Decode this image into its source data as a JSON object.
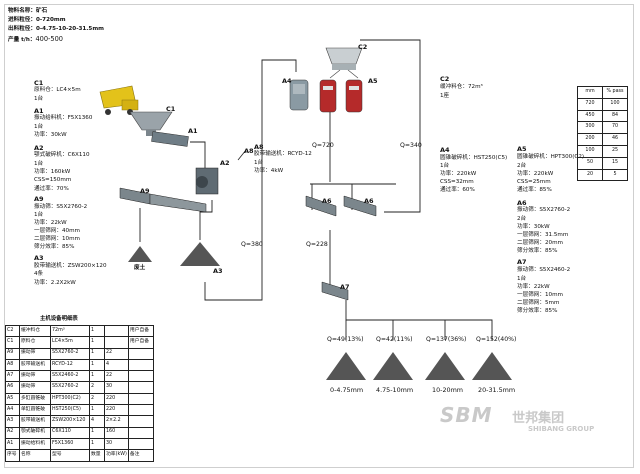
{
  "header": {
    "line1": "物料名称：矿石",
    "line2": "进料粒径：0-720mm",
    "line3": "出料粒径：0-4.75-10-20-31.5mm",
    "line4_label": "产量 t/h：",
    "line4_value": "400-500"
  },
  "left_specs": [
    {
      "code": "C1",
      "lines": [
        "原料仓：LC4×5m",
        "1台"
      ]
    },
    {
      "code": "A1",
      "lines": [
        "振动给料机：F5X1360",
        "1台",
        "功率：30kW"
      ]
    },
    {
      "code": "A2",
      "lines": [
        "颚式破碎机：C6X110",
        "1台",
        "功率：160kW",
        "CSS=150mm",
        "通过率：70%"
      ]
    },
    {
      "code": "A9",
      "lines": [
        "振动筛：S5X2760-2",
        "1台",
        "功率：22kW",
        "一层筛网：40mm",
        "二层筛网：10mm",
        "筛分效率：85%"
      ]
    },
    {
      "code": "A3",
      "lines": [
        "胶带输送机：ZSW200×120",
        "4条",
        "功率：2.2X2kW"
      ]
    }
  ],
  "a8_spec": {
    "code": "A8",
    "lines": [
      "胶带输送机：RCYD-12",
      "1台",
      "功率：4kW"
    ]
  },
  "c2_spec": {
    "code": "C2",
    "lines": [
      "缓冲料仓：72m³",
      "1座"
    ]
  },
  "a4_spec": {
    "code": "A4",
    "lines": [
      "圆锥破碎机：HST250(C5)",
      "1台",
      "功率：220kW",
      "CSS=32mm",
      "通过率：60%"
    ]
  },
  "a5_spec": {
    "code": "A5",
    "lines": [
      "圆锥破碎机：HPT300(C2)",
      "2台",
      "功率：220kW",
      "CSS=25mm",
      "通过率：85%"
    ]
  },
  "a6_spec": {
    "code": "A6",
    "lines": [
      "振动筛：S5X2760-2",
      "2台",
      "功率：30kW",
      "一层筛网：31.5mm",
      "二层筛网：20mm",
      "筛分效率：85%"
    ]
  },
  "a7_spec": {
    "code": "A7",
    "lines": [
      "振动筛：S5X2460-2",
      "1台",
      "功率：22kW",
      "一层筛网：10mm",
      "二层筛网：5mm",
      "筛分效率：85%"
    ]
  },
  "diagram_labels": {
    "c1": "C1",
    "a1": "A1",
    "a2": "A2",
    "a9": "A9",
    "a3": "A3",
    "a8": "A8",
    "c2": "C2",
    "a4": "A4",
    "a5": "A5",
    "a6": "A6",
    "a6b": "A6",
    "a7": "A7",
    "fines": "废土",
    "q720": "Q=720",
    "q340": "Q=340",
    "q380": "Q=380",
    "q228": "Q=228"
  },
  "products": [
    {
      "flow": "Q=49(13%)",
      "size": "0-4.75mm"
    },
    {
      "flow": "Q=42(11%)",
      "size": "4.75-10mm"
    },
    {
      "flow": "Q=137(36%)",
      "size": "10-20mm"
    },
    {
      "flow": "Q=152(40%)",
      "size": "20-31.5mm"
    }
  ],
  "sieve_table": {
    "headers": [
      "mm",
      "% pass"
    ],
    "rows": [
      [
        "720",
        "100"
      ],
      [
        "450",
        "84"
      ],
      [
        "300",
        "70"
      ],
      [
        "200",
        "46"
      ],
      [
        "100",
        "25"
      ],
      [
        "50",
        "15"
      ],
      [
        "20",
        "5"
      ]
    ]
  },
  "equipment_table": {
    "title": "主机设备明细表",
    "rows": [
      [
        "C2",
        "缓冲料仓",
        "72m³",
        "1",
        "",
        "用户自备"
      ],
      [
        "C1",
        "原料仓",
        "LC4×5m",
        "1",
        "",
        "用户自备"
      ],
      [
        "A9",
        "振动筛",
        "S5X2760-2",
        "1",
        "22",
        ""
      ],
      [
        "A8",
        "胶带输送机",
        "RCYD-12",
        "1",
        "4",
        ""
      ],
      [
        "A7",
        "振动筛",
        "S5X2460-2",
        "1",
        "22",
        ""
      ],
      [
        "A6",
        "振动筛",
        "S5X2760-2",
        "2",
        "30",
        ""
      ],
      [
        "A5",
        "多缸圆锥破",
        "HPT300(C2)",
        "2",
        "220",
        ""
      ],
      [
        "A4",
        "单缸圆锥破",
        "HST250(C5)",
        "1",
        "220",
        ""
      ],
      [
        "A3",
        "胶带输送机",
        "ZSW200×120",
        "4",
        "2×2.2",
        ""
      ],
      [
        "A2",
        "颚式破碎机",
        "C6X110",
        "1",
        "160",
        ""
      ],
      [
        "A1",
        "振动给料机",
        "F5X1360",
        "1",
        "30",
        ""
      ],
      [
        "序号",
        "名称",
        "型号",
        "数量",
        "功率(kW)",
        "备注"
      ]
    ]
  },
  "watermark": {
    "latin": "SBM",
    "latin2": "SHIBANG GROUP",
    "cn": "世邦集团"
  },
  "colors": {
    "line": "#222222",
    "pile": "#555555",
    "truck": "#e3c21a",
    "crusher_red": "#b52a2a",
    "machine": "#6f7d86"
  }
}
